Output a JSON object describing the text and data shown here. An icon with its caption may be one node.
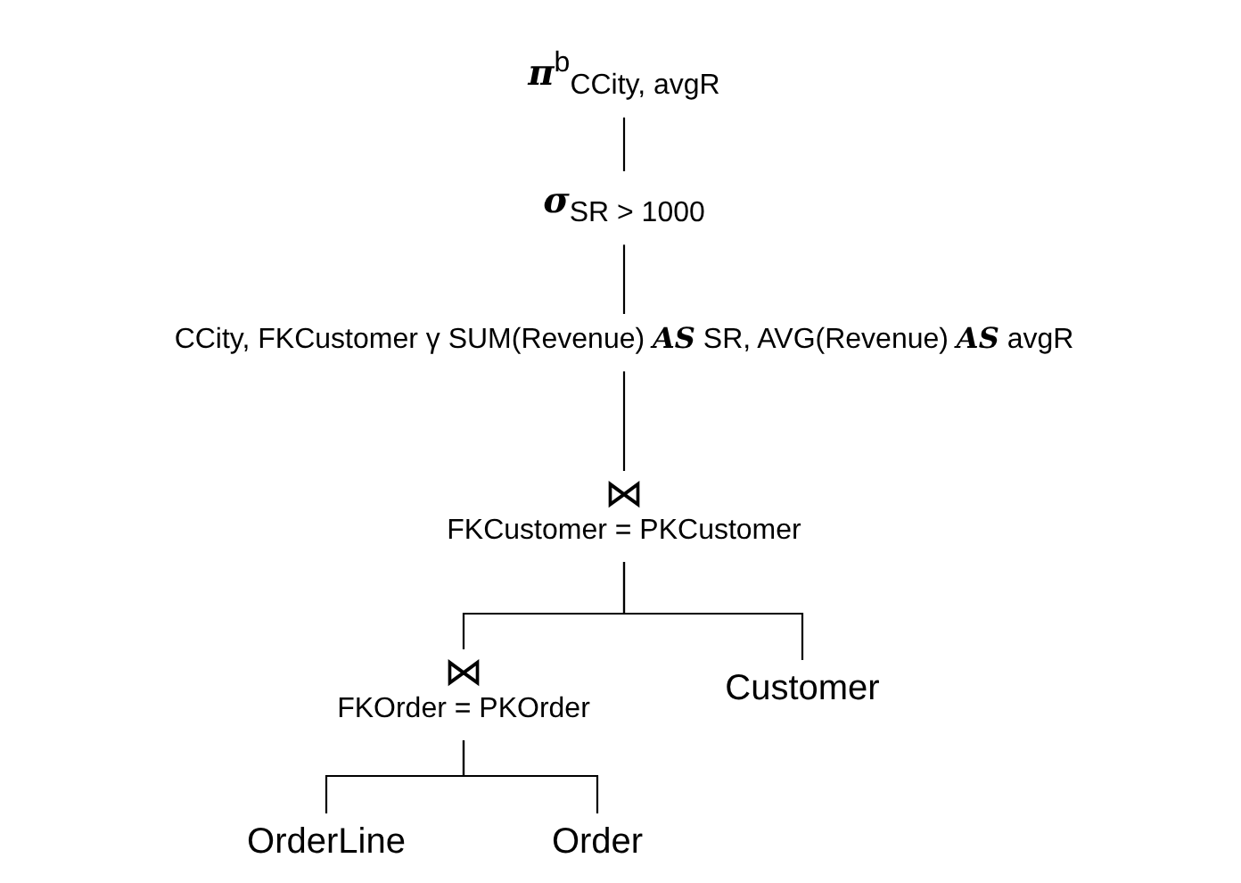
{
  "diagram": {
    "nodes": [
      {
        "text": [
          "**π**$^{b}$$_{CCity, avgR}$"
        ]
      },
      {
        "text": [
          "**σ**$_{SR > 1000}$"
        ]
      },
      {
        "text": [
          "CCity, FKCustomer γ SUM(Revenue) **AS** SR, AVG(Revenue) **AS** avgR"
        ]
      },
      {
        "text": [
          "⋈",
          "FKCustomer = PKCustomer"
        ]
      },
      {
        "text": [
          "⋈",
          "FKOrder = PKOrder"
        ]
      },
      {
        "text": [
          "Customer"
        ]
      },
      {
        "text": [
          "OrderLine"
        ]
      },
      {
        "text": [
          "Order"
        ]
      }
    ],
    "edges": [
      {
        "from": 0,
        "to": 1,
        "arrow": "none"
      },
      {
        "from": 1,
        "to": 2,
        "arrow": "none"
      },
      {
        "from": 2,
        "to": 3,
        "arrow": "none"
      },
      {
        "from": 3,
        "to": 4,
        "arrow": "none"
      },
      {
        "from": 3,
        "to": 5,
        "arrow": "none"
      },
      {
        "from": 4,
        "to": 6,
        "arrow": "none"
      },
      {
        "from": 4,
        "to": 7,
        "arrow": "none"
      }
    ]
  }
}
